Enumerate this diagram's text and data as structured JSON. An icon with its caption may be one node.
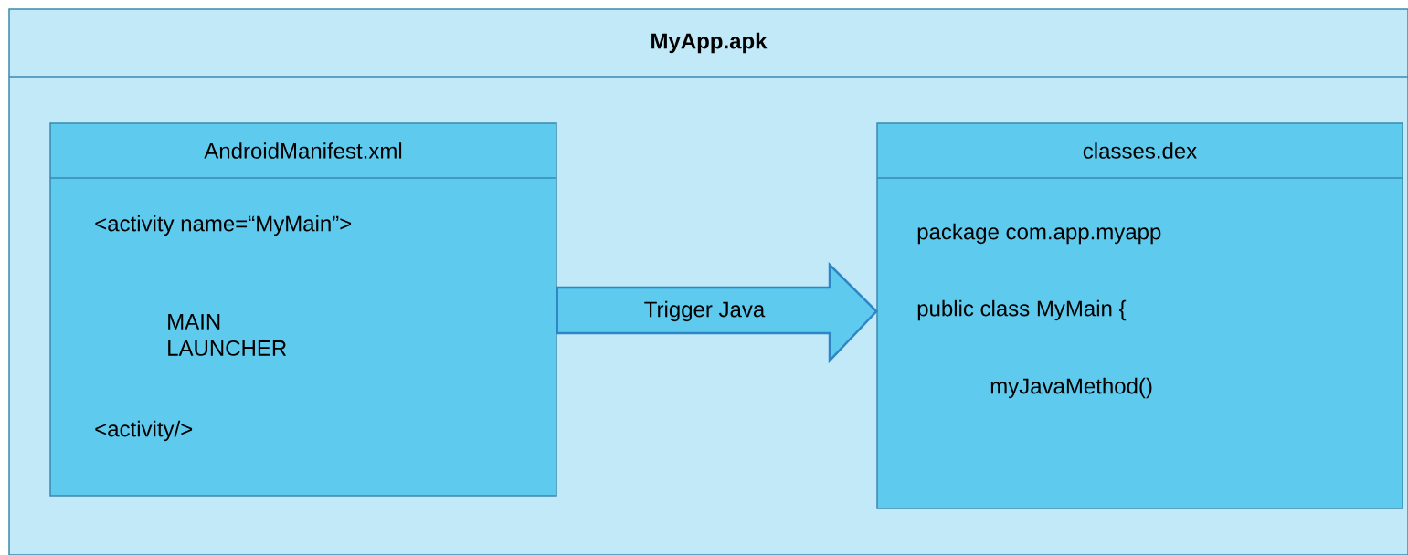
{
  "diagram": {
    "nodes": [
      {
        "text": [
          "MyApp.apk"
        ]
      },
      {
        "text": [
          "AndroidManifest.xml",
          "<activity name=“MyMain”>",
          "MAIN LAUNCHER",
          "<activity/>"
        ],
        "in": 0
      },
      {
        "text": [
          "classes.dex",
          "package com.app.myapp",
          "public class MyMain {",
          "myJavaMethod()"
        ],
        "in": 0
      }
    ],
    "edges": [
      {
        "from": 1,
        "to": 2,
        "arrow": "to",
        "label": "Trigger Java",
        "style": "thick"
      }
    ]
  }
}
